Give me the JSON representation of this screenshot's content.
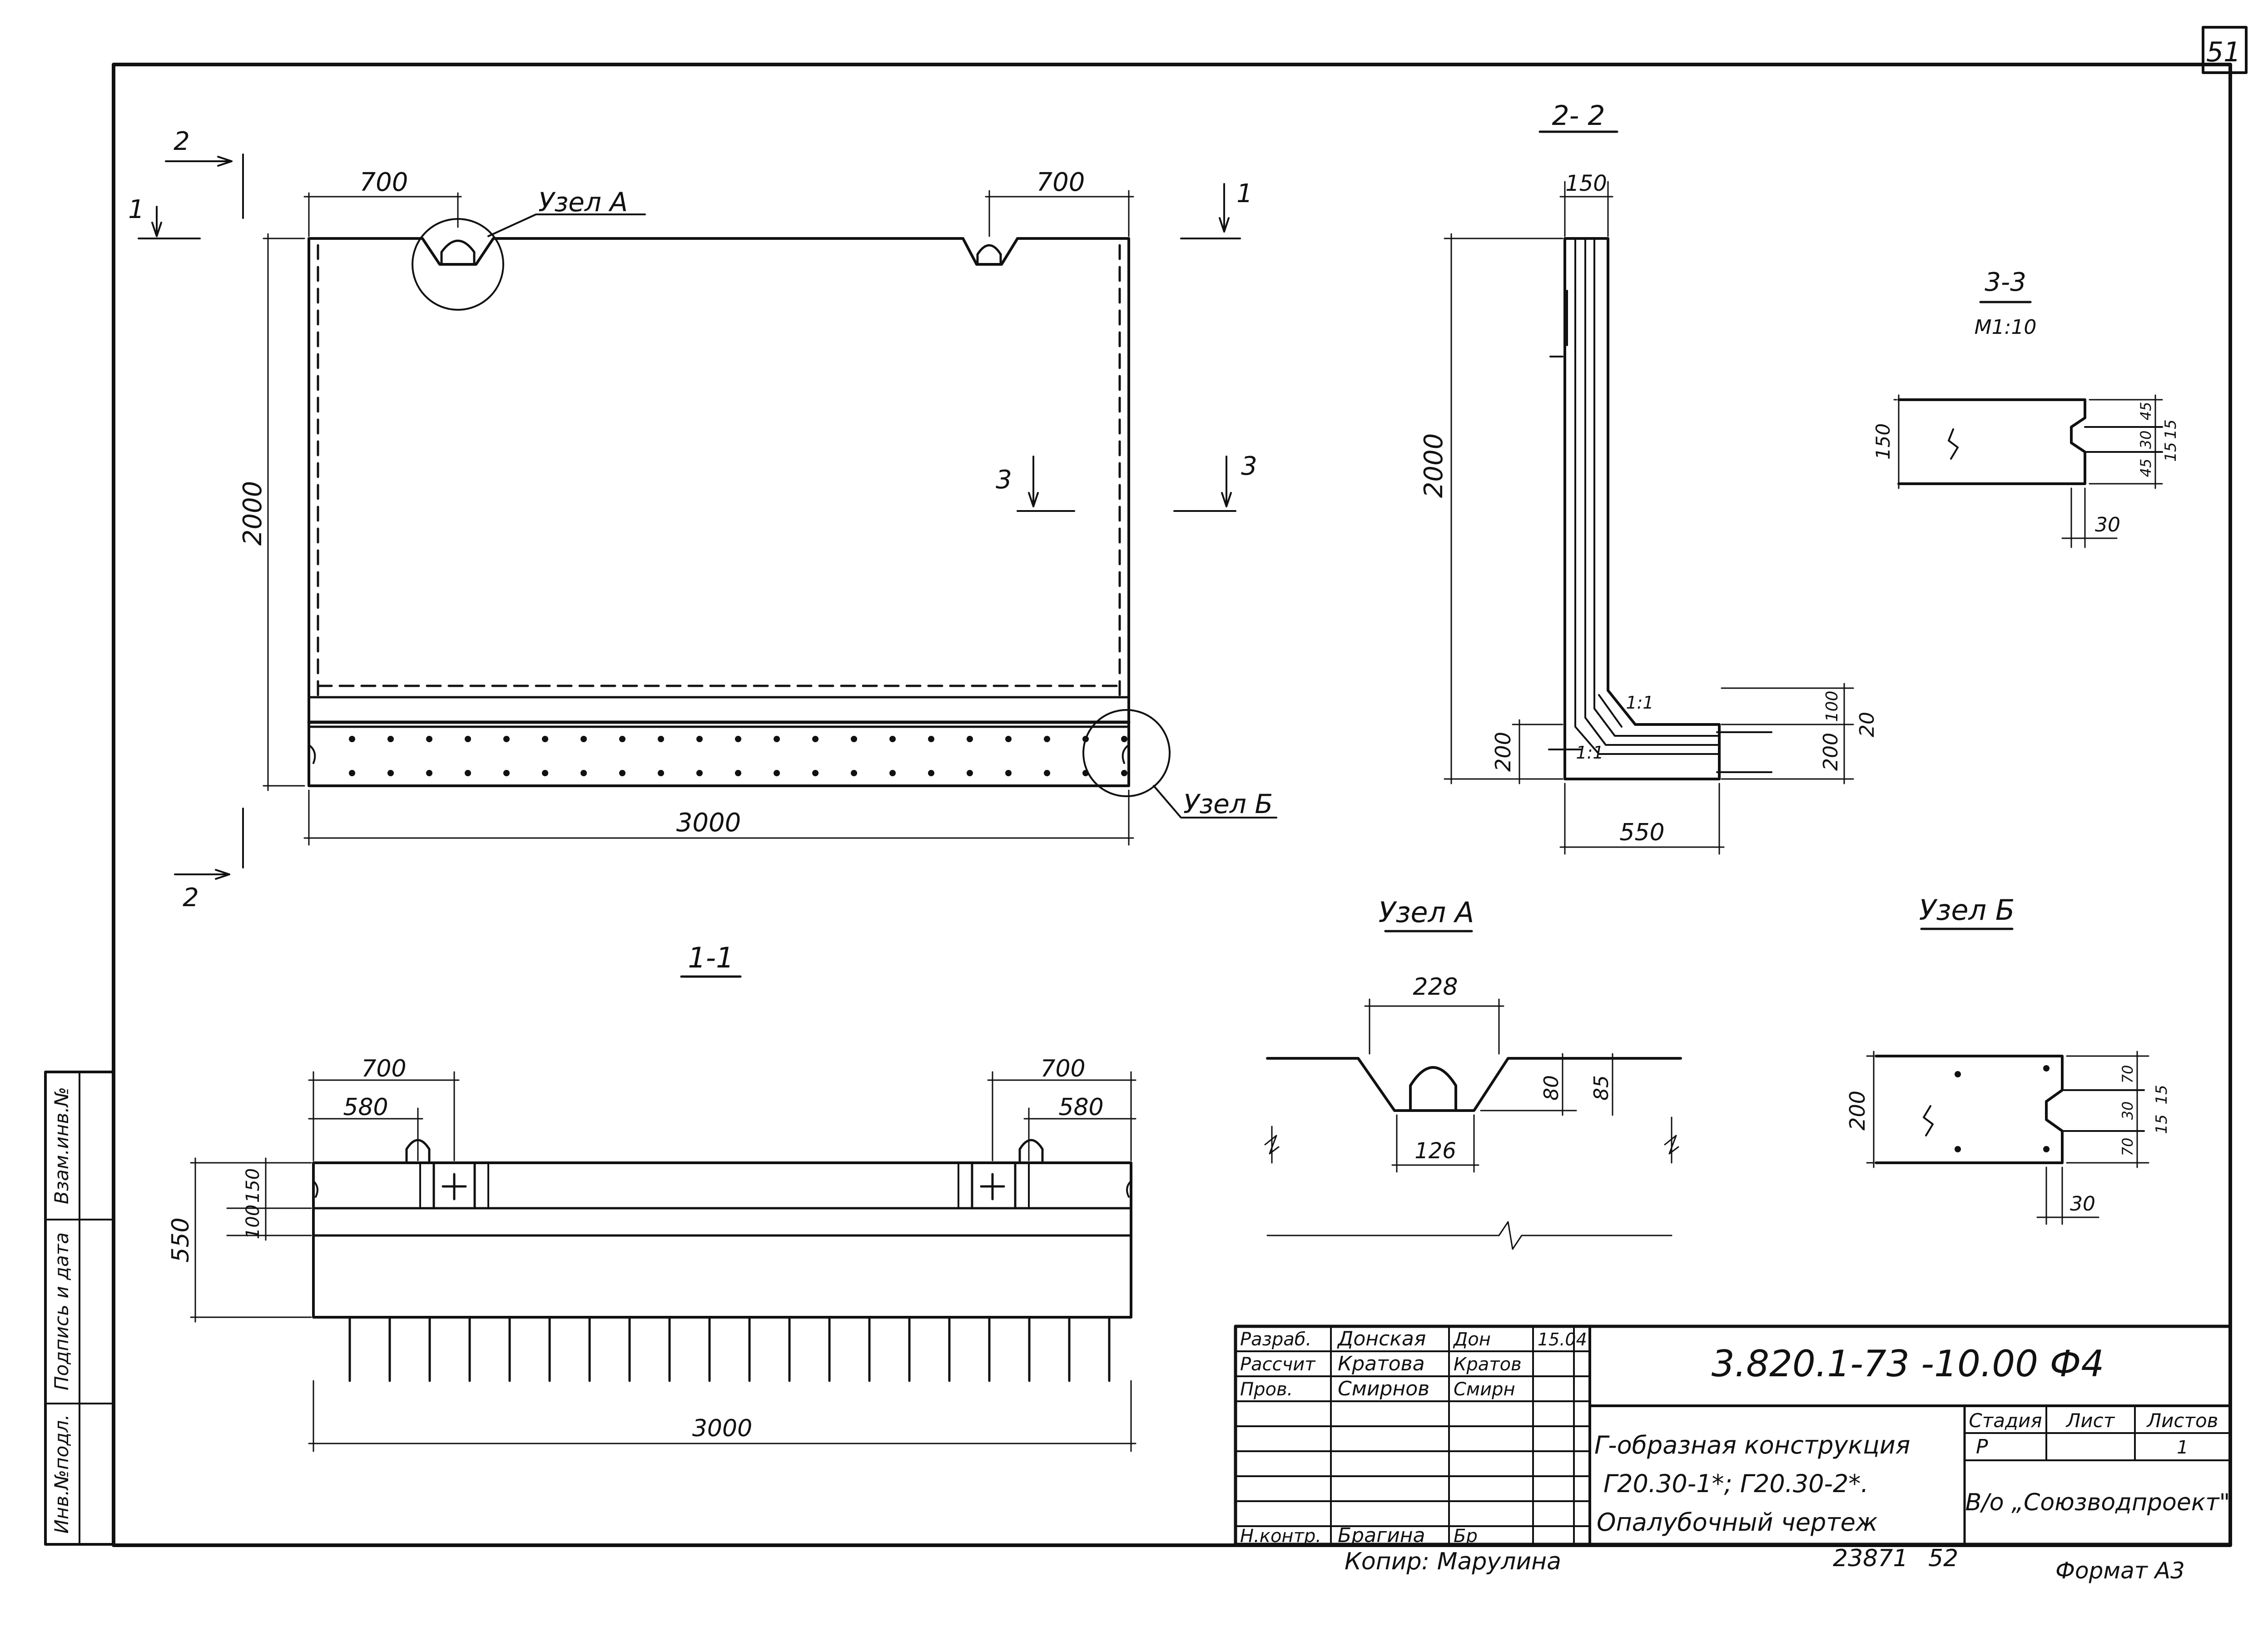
{
  "sheet_number": "51",
  "views": {
    "front": {
      "section_1": "1",
      "section_2": "2",
      "section_3": "3",
      "dim_700_left": "700",
      "dim_700_right": "700",
      "dim_height": "2000",
      "dim_length": "3000",
      "node_a": "Узел А",
      "node_b": "Узел Б"
    },
    "section_1_1": {
      "title": "1-1",
      "dim_700_left": "700",
      "dim_580_left": "580",
      "dim_700_right": "700",
      "dim_580_right": "580",
      "dim_550": "550",
      "dim_150": "150",
      "dim_100": "100",
      "dim_3000": "3000"
    },
    "section_2_2": {
      "title": "2- 2",
      "dim_150": "150",
      "dim_2000": "2000",
      "dim_200_left": "200",
      "slope_1": "1:1",
      "slope_2": "1:1",
      "dim_100": "100",
      "dim_20": "20",
      "dim_200_right": "200",
      "dim_550": "550"
    },
    "section_3_3": {
      "title": "3-3",
      "scale": "М1:10",
      "dim_150": "150",
      "dim_45_top": "45",
      "dim_30": "30",
      "dim_45_bot": "45",
      "dim_15a": "15",
      "dim_15b": "15",
      "dim_30_bottom": "30"
    },
    "node_a_detail": {
      "title": "Узел А",
      "dim_228": "228",
      "dim_80": "80",
      "dim_85": "85",
      "dim_126": "126"
    },
    "node_b_detail": {
      "title": "Узел Б",
      "dim_200": "200",
      "dim_70_top": "70",
      "dim_30": "30",
      "dim_70_bot": "70",
      "dim_15a": "15",
      "dim_15b": "15",
      "dim_30_bottom": "30"
    }
  },
  "side_stamp": {
    "cell1": "Взам.инв.№",
    "cell2": "Подпись и дата",
    "cell3": "Инв.№подл."
  },
  "title_block": {
    "rows": [
      {
        "role": "Разраб.",
        "name": "Донская",
        "sign": "Дон",
        "date": "15.04"
      },
      {
        "role": "Рассчит",
        "name": "Кратова",
        "sign": "Кратов",
        "date": ""
      },
      {
        "role": "Пров.",
        "name": "Смирнов",
        "sign": "Смирн",
        "date": ""
      },
      {
        "role": "Н.контр.",
        "name": "Брагина",
        "sign": "Бр",
        "date": ""
      }
    ],
    "document_code": "3.820.1-73 -10.00 Ф4",
    "object_title_1": "Г-образная конструкция",
    "object_title_2": "Г20.30-1*; Г20.30-2*.",
    "object_title_3": "Опалубочный чертеж",
    "stage_header": "Стадия",
    "sheet_header": "Лист",
    "sheets_header": "Листов",
    "stage_value": "Р",
    "sheets_value": "1",
    "organization": "В/о „Союзводпроект\""
  },
  "footer": {
    "copied_by": "Копир: Марулина",
    "inventory": "23871",
    "page": "52",
    "format": "Формат А3"
  }
}
